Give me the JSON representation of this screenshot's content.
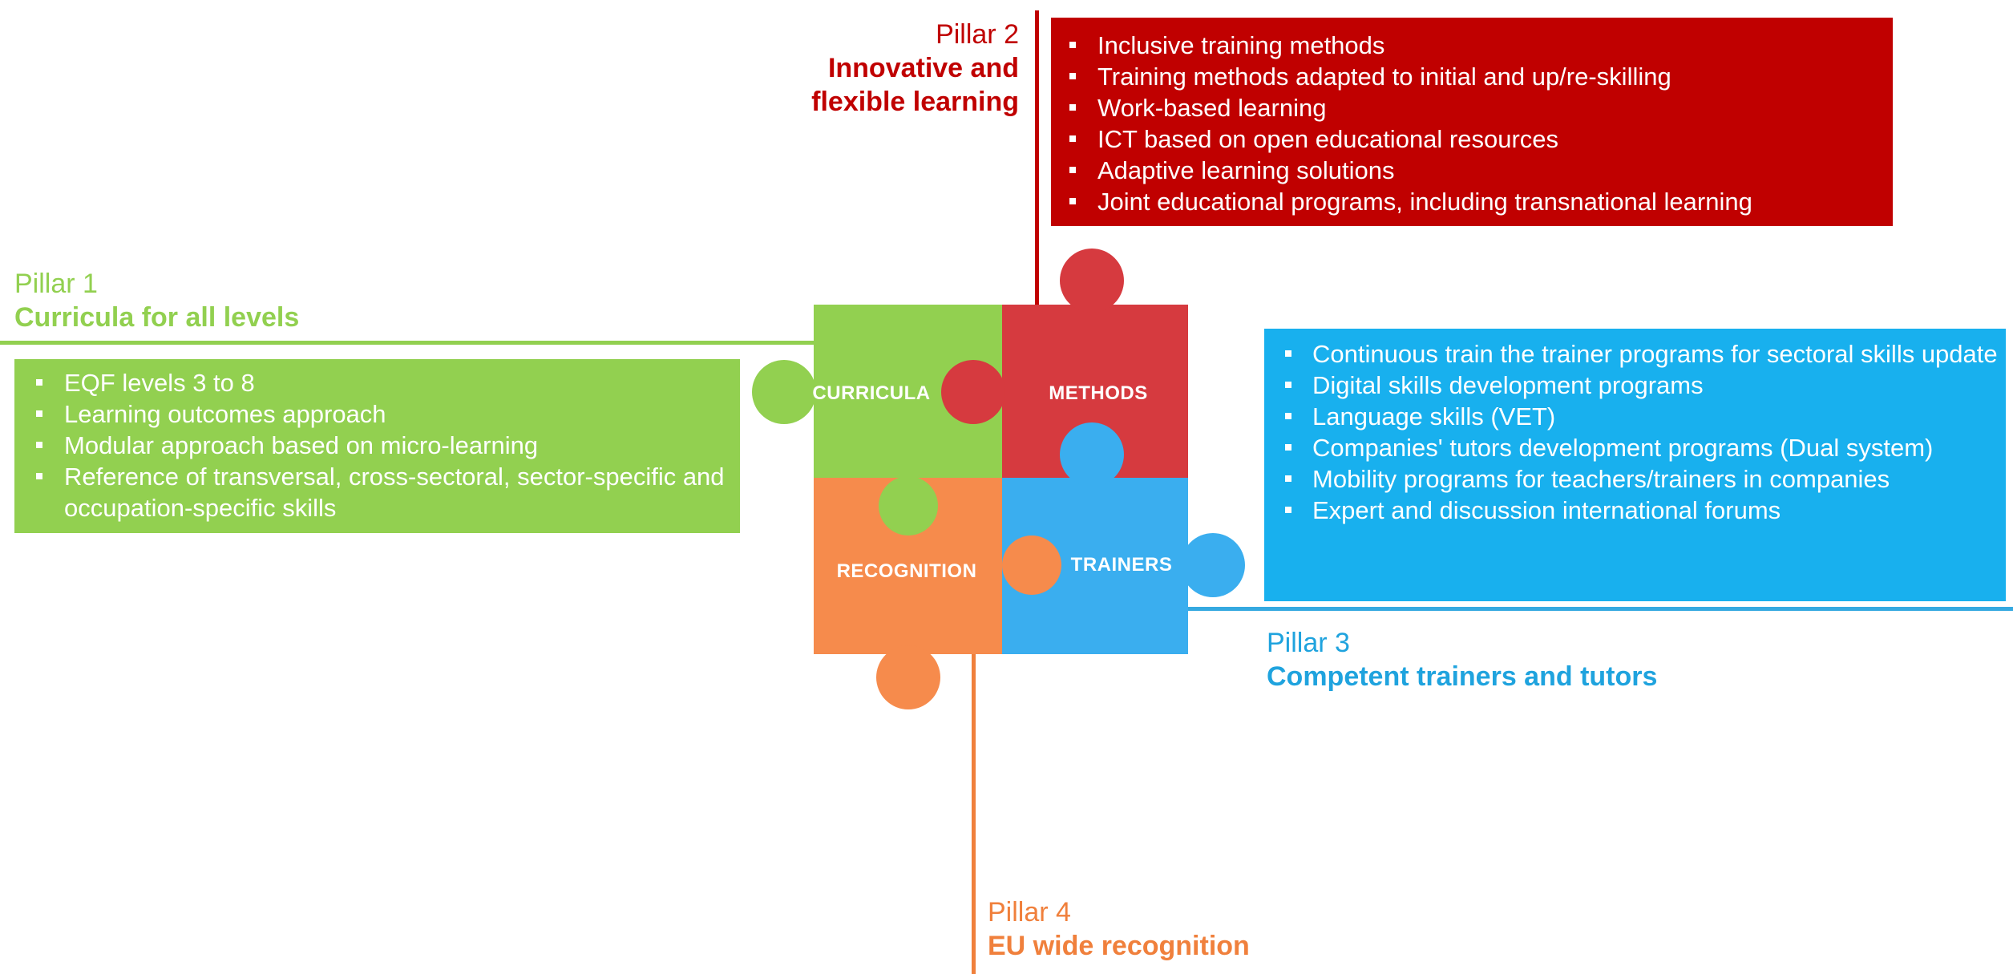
{
  "pillars": {
    "pillar2": {
      "number": "Pillar 2",
      "title_line1": "Innovative and",
      "title_line2": "flexible learning",
      "color": "#c00000"
    },
    "pillar1": {
      "number": "Pillar 1",
      "title": "Curricula for all levels",
      "color": "#92d050"
    },
    "pillar3": {
      "number": "Pillar 3",
      "title": "Competent trainers and tutors",
      "color": "#1fa3de"
    },
    "pillar4": {
      "number": "Pillar 4",
      "title": "EU wide recognition",
      "color": "#f0803c"
    }
  },
  "boxes": {
    "methods": {
      "color": "#c00000",
      "items": [
        "Inclusive training methods",
        "Training methods adapted to initial and up/re-skilling",
        "Work-based learning",
        "ICT based on open educational resources",
        "Adaptive learning solutions",
        "Joint educational programs, including transnational learning"
      ]
    },
    "curricula": {
      "color": "#92d050",
      "items": [
        "EQF levels 3 to 8",
        "Learning outcomes approach",
        "Modular approach based on micro-learning",
        "Reference of transversal, cross-sectoral, sector-specific and occupation-specific skills"
      ]
    },
    "trainers": {
      "color": "#18b0ee",
      "items": [
        "Continuous train the trainer programs for sectoral skills update",
        "Digital skills development programs",
        "Language skills (VET)",
        "Companies' tutors development programs (Dual system)",
        "Mobility programs for teachers/trainers in companies",
        "Expert and discussion international forums"
      ]
    }
  },
  "puzzle": {
    "curricula": {
      "label": "CURRICULA",
      "color": "#92d050"
    },
    "methods": {
      "label": "METHODS",
      "color": "#d63a3f"
    },
    "recognition": {
      "label": "RECOGNITION",
      "color": "#f68b4c"
    },
    "trainers": {
      "label": "TRAINERS",
      "color": "#3aaeef"
    }
  }
}
